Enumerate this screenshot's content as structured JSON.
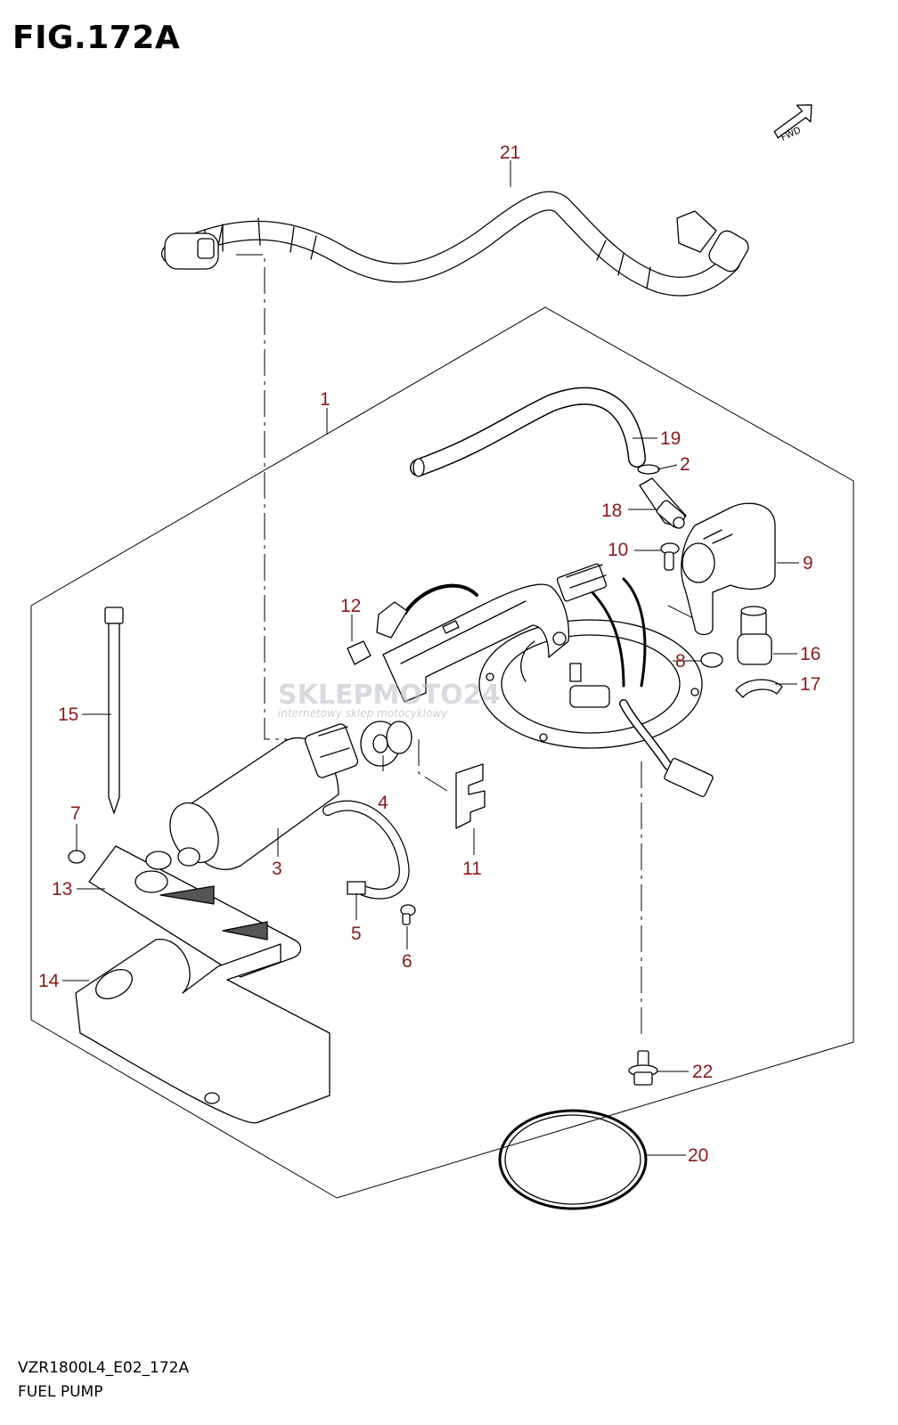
{
  "figure": {
    "title": "FIG.172A"
  },
  "footer": {
    "code": "VZR1800L4_E02_172A",
    "name": "FUEL PUMP"
  },
  "badge": {
    "fwd": "FWD"
  },
  "watermark": {
    "brand": "SKLEPMOTO24",
    "tagline": "internetowy sklep motocyklowy"
  },
  "callouts": [
    {
      "id": "c1",
      "label": "1"
    },
    {
      "id": "c2",
      "label": "2"
    },
    {
      "id": "c3",
      "label": "3"
    },
    {
      "id": "c4",
      "label": "4"
    },
    {
      "id": "c5",
      "label": "5"
    },
    {
      "id": "c6",
      "label": "6"
    },
    {
      "id": "c7",
      "label": "7"
    },
    {
      "id": "c8",
      "label": "8"
    },
    {
      "id": "c9",
      "label": "9"
    },
    {
      "id": "c10",
      "label": "10"
    },
    {
      "id": "c11",
      "label": "11"
    },
    {
      "id": "c12",
      "label": "12"
    },
    {
      "id": "c13",
      "label": "13"
    },
    {
      "id": "c14",
      "label": "14"
    },
    {
      "id": "c15",
      "label": "15"
    },
    {
      "id": "c16",
      "label": "16"
    },
    {
      "id": "c17",
      "label": "17"
    },
    {
      "id": "c18",
      "label": "18"
    },
    {
      "id": "c19",
      "label": "19"
    },
    {
      "id": "c20",
      "label": "20"
    },
    {
      "id": "c21",
      "label": "21"
    },
    {
      "id": "c22",
      "label": "22"
    }
  ],
  "colors": {
    "callout": "#8b1a1a",
    "line": "#000000",
    "watermark": "#b7bcc4"
  }
}
